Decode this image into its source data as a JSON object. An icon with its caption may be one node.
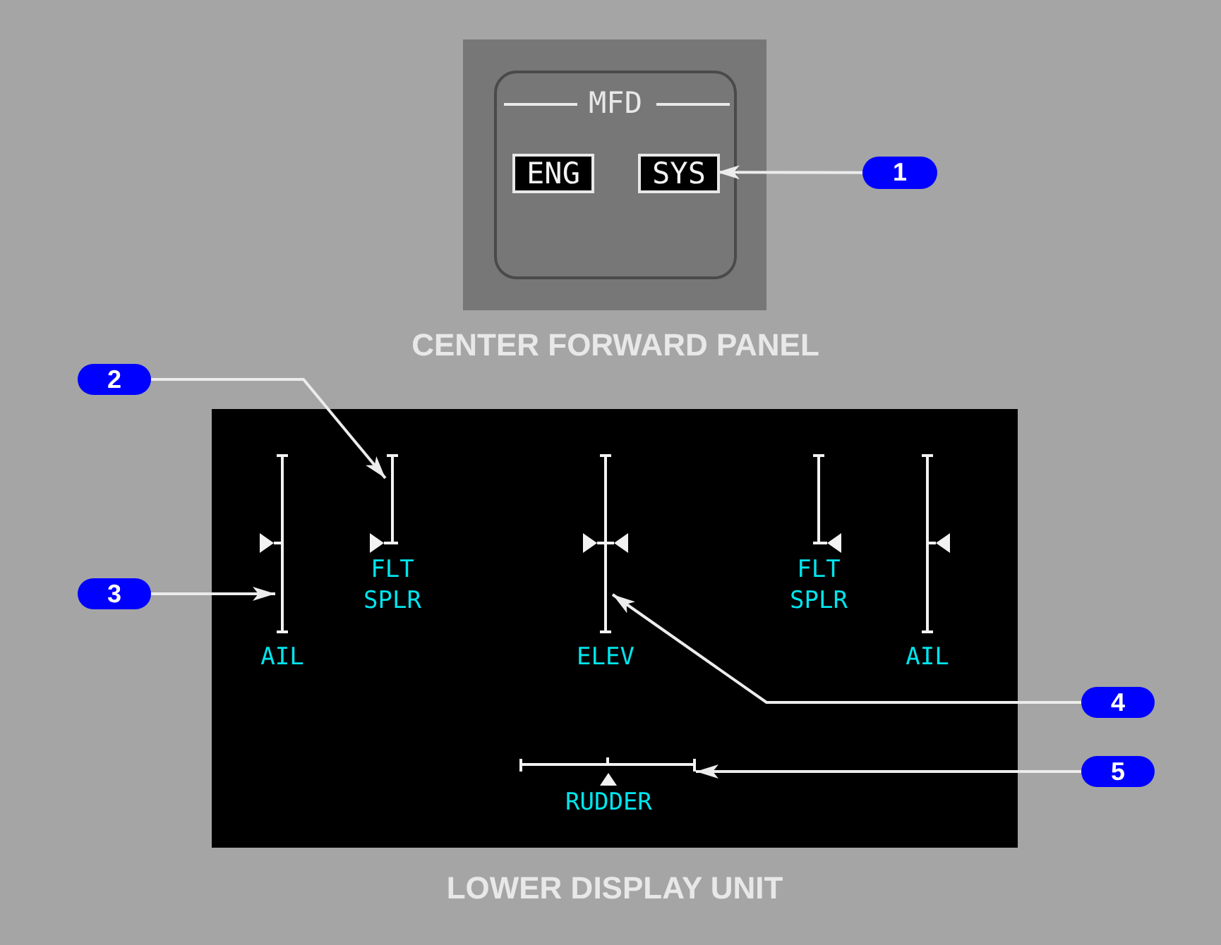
{
  "diagram": {
    "nodes": [
      {
        "text": [
          "CENTER FORWARD PANEL"
        ]
      },
      {
        "text": [
          "MFD"
        ],
        "in": 0
      },
      {
        "text": [
          "ENG"
        ],
        "in": 1
      },
      {
        "text": [
          "SYS"
        ],
        "in": 1
      },
      {
        "text": [
          "1"
        ]
      },
      {
        "text": [
          "2"
        ]
      },
      {
        "text": [
          "LOWER DISPLAY UNIT"
        ]
      },
      {
        "text": [
          "3"
        ]
      },
      {
        "text": [],
        "shape": "bar",
        "in": 6,
        "beside": [
          "AIL"
        ]
      },
      {
        "text": [],
        "shape": "bar",
        "in": 6,
        "beside": [
          "FLT SPLR"
        ]
      },
      {
        "text": [],
        "shape": "bar",
        "in": 6,
        "beside": [
          "ELEV"
        ]
      },
      {
        "text": [],
        "shape": "bar",
        "in": 6,
        "beside": [
          "FLT SPLR"
        ]
      },
      {
        "text": [],
        "shape": "bar",
        "in": 6,
        "beside": [
          "AIL"
        ]
      },
      {
        "text": [],
        "shape": "bar",
        "in": 6,
        "beside": [
          "RUDDER"
        ]
      },
      {
        "text": [
          "4"
        ]
      },
      {
        "text": [
          "5"
        ]
      }
    ],
    "edges": [
      {
        "from": 4,
        "to": 3,
        "arrow": "to"
      },
      {
        "from": 5,
        "to": 9,
        "arrow": "to"
      },
      {
        "from": 7,
        "to": 8,
        "arrow": "to"
      },
      {
        "from": 14,
        "to": 10,
        "arrow": "to"
      },
      {
        "from": 15,
        "to": 13,
        "arrow": "to"
      }
    ]
  }
}
